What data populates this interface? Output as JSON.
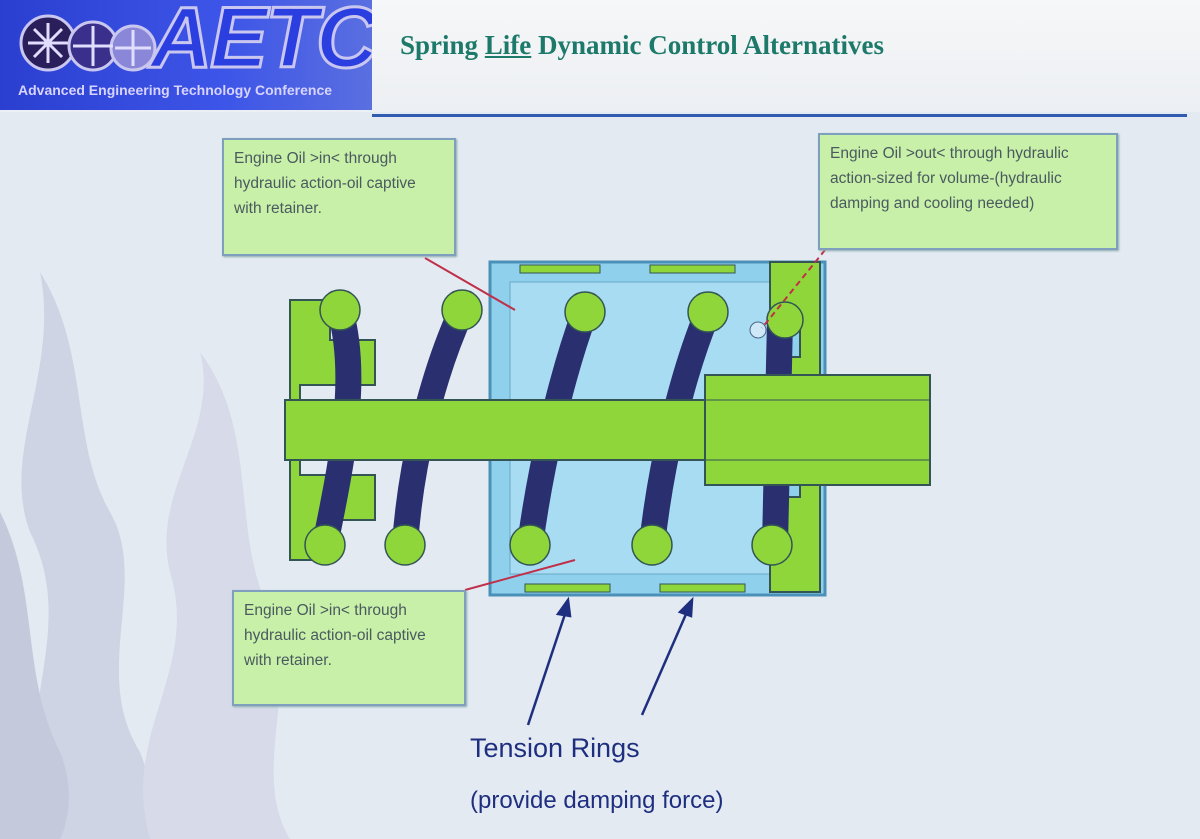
{
  "header": {
    "logo_text": "AETC",
    "logo_subtitle": "Advanced Engineering Technology Conference",
    "title_before": "Spring ",
    "title_underlined": "Life",
    "title_after": " Dynamic Control Alternatives"
  },
  "callouts": {
    "oil_in_top": "Engine Oil >in< through hydraulic action-oil captive with retainer.",
    "oil_out": "Engine Oil >out< through hydraulic action-sized for volume-(hydraulic damping and cooling needed)",
    "oil_in_bottom": "Engine Oil >in< through hydraulic action-oil captive with retainer."
  },
  "labels": {
    "tension_rings": "Tension Rings",
    "damping": "(provide damping force)"
  },
  "colors": {
    "spring_green": "#8fd63a",
    "coil_navy": "#2a2f70",
    "housing_blue": "#8fd0ec",
    "title_green": "#1d7a6a"
  }
}
